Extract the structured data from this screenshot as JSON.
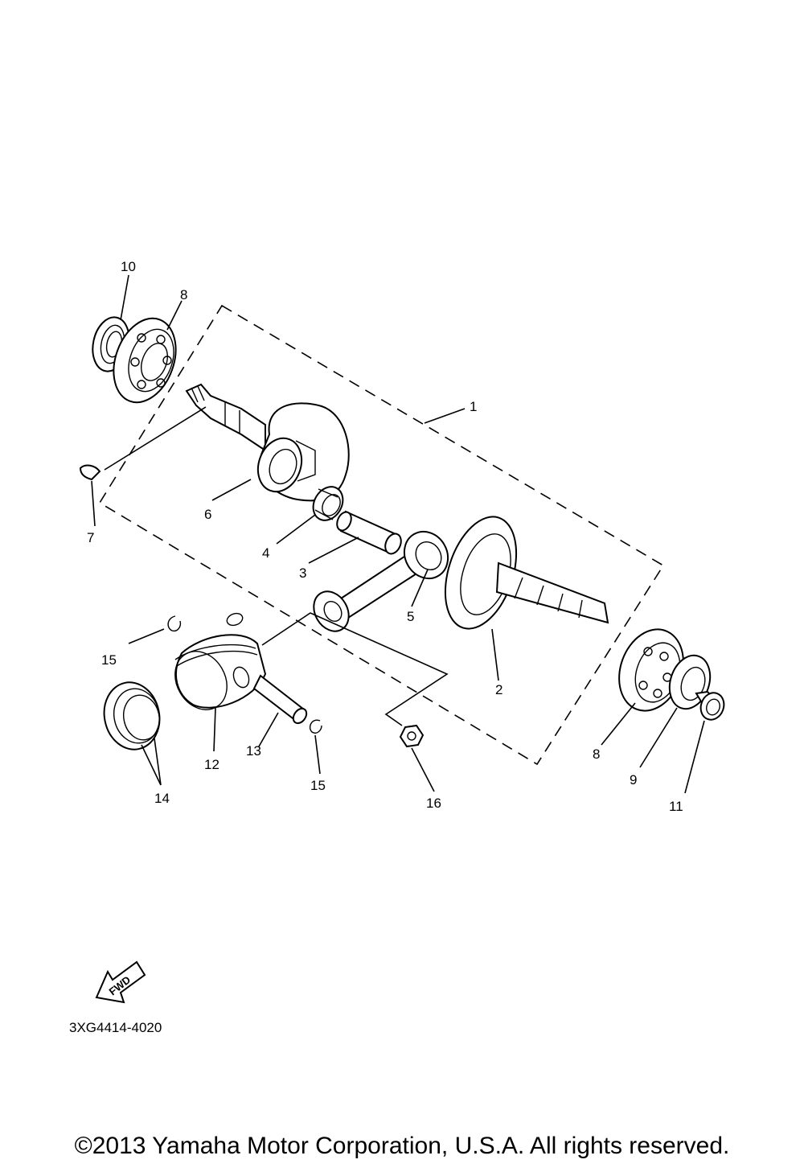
{
  "callouts": {
    "c1": "1",
    "c2": "2",
    "c3": "3",
    "c4": "4",
    "c5": "5",
    "c6": "6",
    "c7": "7",
    "c8a": "8",
    "c8b": "8",
    "c9": "9",
    "c10": "10",
    "c11": "11",
    "c12": "12",
    "c13": "13",
    "c14": "14",
    "c15a": "15",
    "c15b": "15",
    "c16": "16"
  },
  "fwd_label": "FWD",
  "doc_code": "3XG4414-4020",
  "copyright": "©2013 Yamaha Motor Corporation, U.S.A. All rights reserved."
}
